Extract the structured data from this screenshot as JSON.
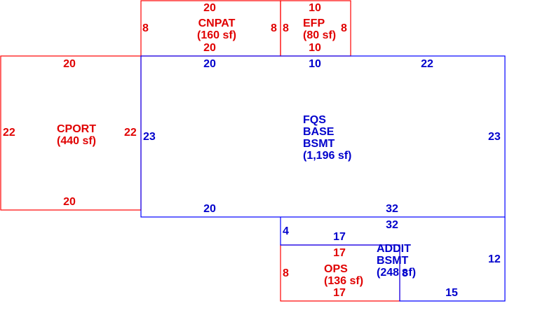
{
  "colors": {
    "exterior": "#ff0000",
    "living": "#0000ff"
  },
  "areas": {
    "cnpat": {
      "name": "CNPAT",
      "size": "(160 sf)"
    },
    "efp": {
      "name": "EFP",
      "size": "(80 sf)"
    },
    "cport": {
      "name": "CPORT",
      "size": "(440 sf)"
    },
    "fqs": {
      "line1": "FQS",
      "line2": "BASE",
      "line3": "BSMT",
      "size": "(1,196 sf)"
    },
    "addit": {
      "line1": "ADDIT",
      "line2": "BSMT",
      "size": "(248 sf)"
    },
    "ops": {
      "name": "OPS",
      "size": "(136 sf)"
    }
  },
  "dimensions": {
    "cnpat_top": "20",
    "cnpat_bottom": "20",
    "cnpat_left": "8",
    "cnpat_right": "8",
    "efp_top": "10",
    "efp_bottom": "10",
    "efp_left": "8",
    "efp_right": "8",
    "cport_top": "20",
    "cport_bottom": "20",
    "cport_left": "22",
    "cport_right": "22",
    "main_top_a": "20",
    "main_top_b": "10",
    "main_top_c": "22",
    "main_left": "23",
    "main_right": "23",
    "main_bottom_a": "20",
    "main_bottom_b": "32",
    "addit_top": "32",
    "addit_left": "4",
    "addit_inner": "17",
    "addit_right": "12",
    "addit_bottom": "15",
    "addit_mid": "8",
    "ops_top": "17",
    "ops_left": "8",
    "ops_bottom": "17"
  }
}
